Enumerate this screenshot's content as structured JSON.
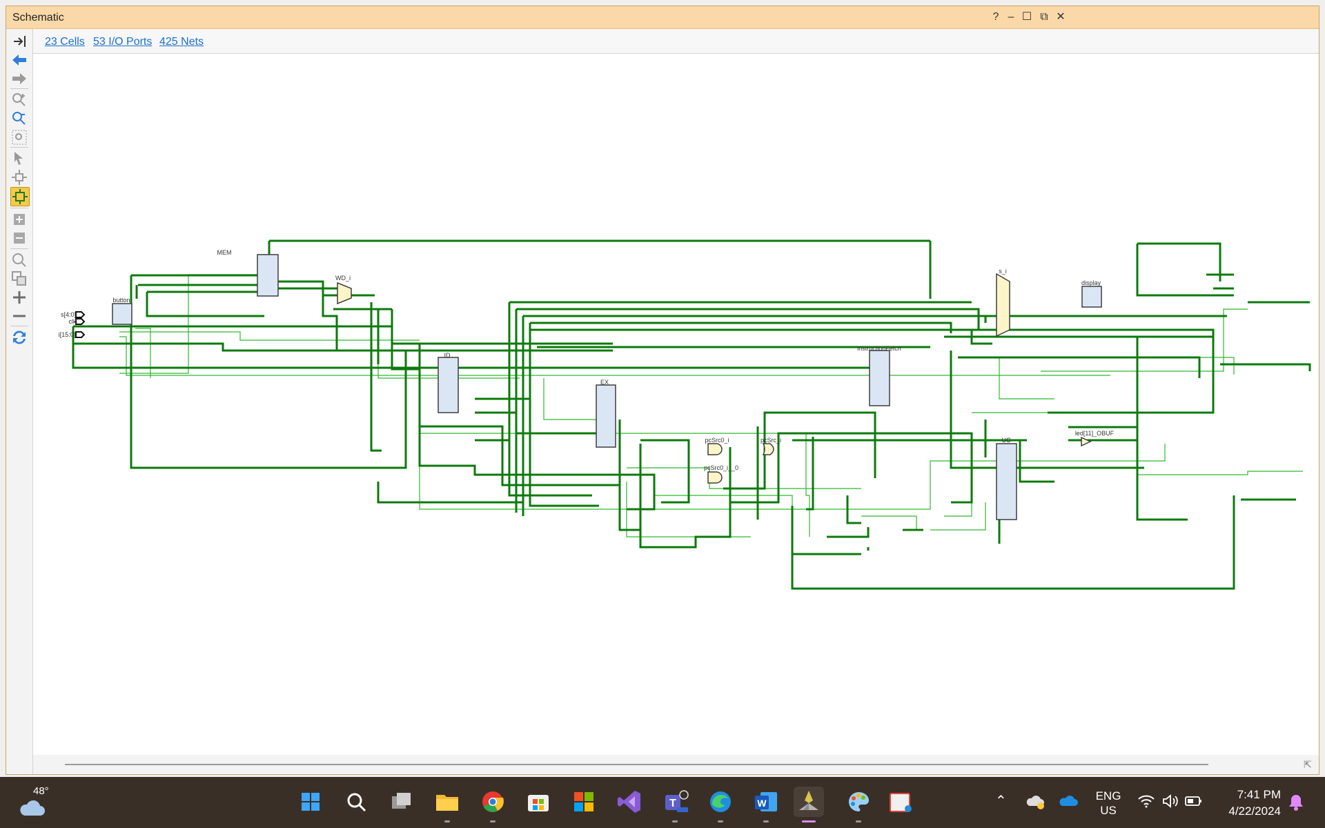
{
  "window": {
    "title": "Schematic",
    "buttons": {
      "help": "?",
      "minimize": "–",
      "maximize": "☐",
      "restore": "⧉",
      "close": "✕"
    }
  },
  "stats": {
    "cells": "23 Cells",
    "ports": "53 I/O Ports",
    "nets": "425 Nets"
  },
  "toolbar": [
    "collapse-icon",
    "back-arrow-icon",
    "forward-arrow-icon",
    "zoom-in-icon",
    "zoom-out-icon",
    "zoom-fit-icon",
    "select-icon",
    "fit-selection-icon",
    "auto-fit-icon",
    "expand-icon",
    "collapse-minus-icon",
    "zoom-area-icon",
    "layers-icon",
    "plus-icon",
    "minus-icon",
    "refresh-icon"
  ],
  "schematic": {
    "cells": {
      "mem": "MEM",
      "button": "button",
      "wd": "WD_i",
      "id": "ID",
      "ex": "EX",
      "ifetch": "instructionFetch",
      "ssj": "s_i",
      "display": "display",
      "uc": "UC",
      "pcsrc0": "pcSrc0_i",
      "pcsrc": "pcSrc_i",
      "pcsrc0b": "pcSrc0_i__0",
      "led": "led[11]_OBUF"
    },
    "ports": {
      "p1": "s[4:0]",
      "p2": "clk",
      "p3": "i[15:0]"
    },
    "colors": {
      "thick": "#0b7a0b",
      "thin": "#2eb82e",
      "cell": "#dbe6f5",
      "cellBorder": "#3d3d3d",
      "gate": "#fbf5c8"
    }
  },
  "taskbar": {
    "weather": "48°",
    "apps": [
      "start",
      "search",
      "task-view",
      "file-explorer",
      "chrome",
      "store",
      "office",
      "visual-studio",
      "teams",
      "edge",
      "word",
      "vivado",
      "paint",
      "snipping-tool"
    ],
    "language": {
      "line1": "ENG",
      "line2": "US"
    },
    "time": "7:41 PM",
    "date": "4/22/2024"
  }
}
